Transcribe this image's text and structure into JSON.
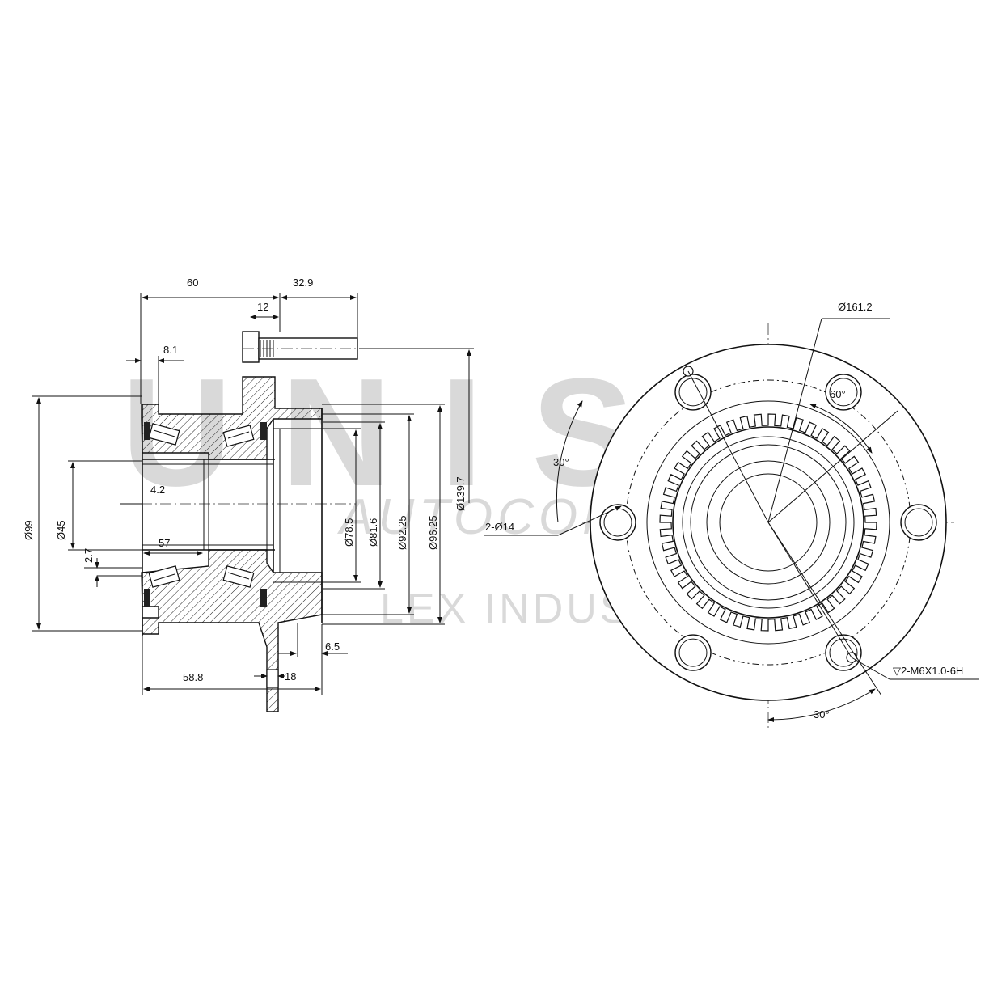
{
  "watermark": {
    "brand": "UNIS",
    "line1": "AUTOCOMPAS",
    "line2": "LEX INDUSTRIES"
  },
  "side_view": {
    "dims": {
      "d60": "60",
      "d32_9": "32.9",
      "d12": "12",
      "d8_1": "8.1",
      "d4_2": "4.2",
      "d57": "57",
      "d2_7": "2.7",
      "d6_5": "6.5",
      "d58_8": "58.8",
      "d18": "18",
      "dia99": "Ø99",
      "dia45": "Ø45",
      "dia78_5": "Ø78.5",
      "dia81_6": "Ø81.6",
      "dia92_25": "Ø92.25",
      "dia96_25": "Ø96.25",
      "dia139_7": "Ø139.7"
    }
  },
  "front_view": {
    "dims": {
      "dia161_2": "Ø161.2",
      "angle60": "60°",
      "angle30_left": "30°",
      "angle30_bottom": "30°",
      "holes": "2-Ø14",
      "thread": "▽2-M6X1.0-6H"
    },
    "abs_teeth": 48
  }
}
